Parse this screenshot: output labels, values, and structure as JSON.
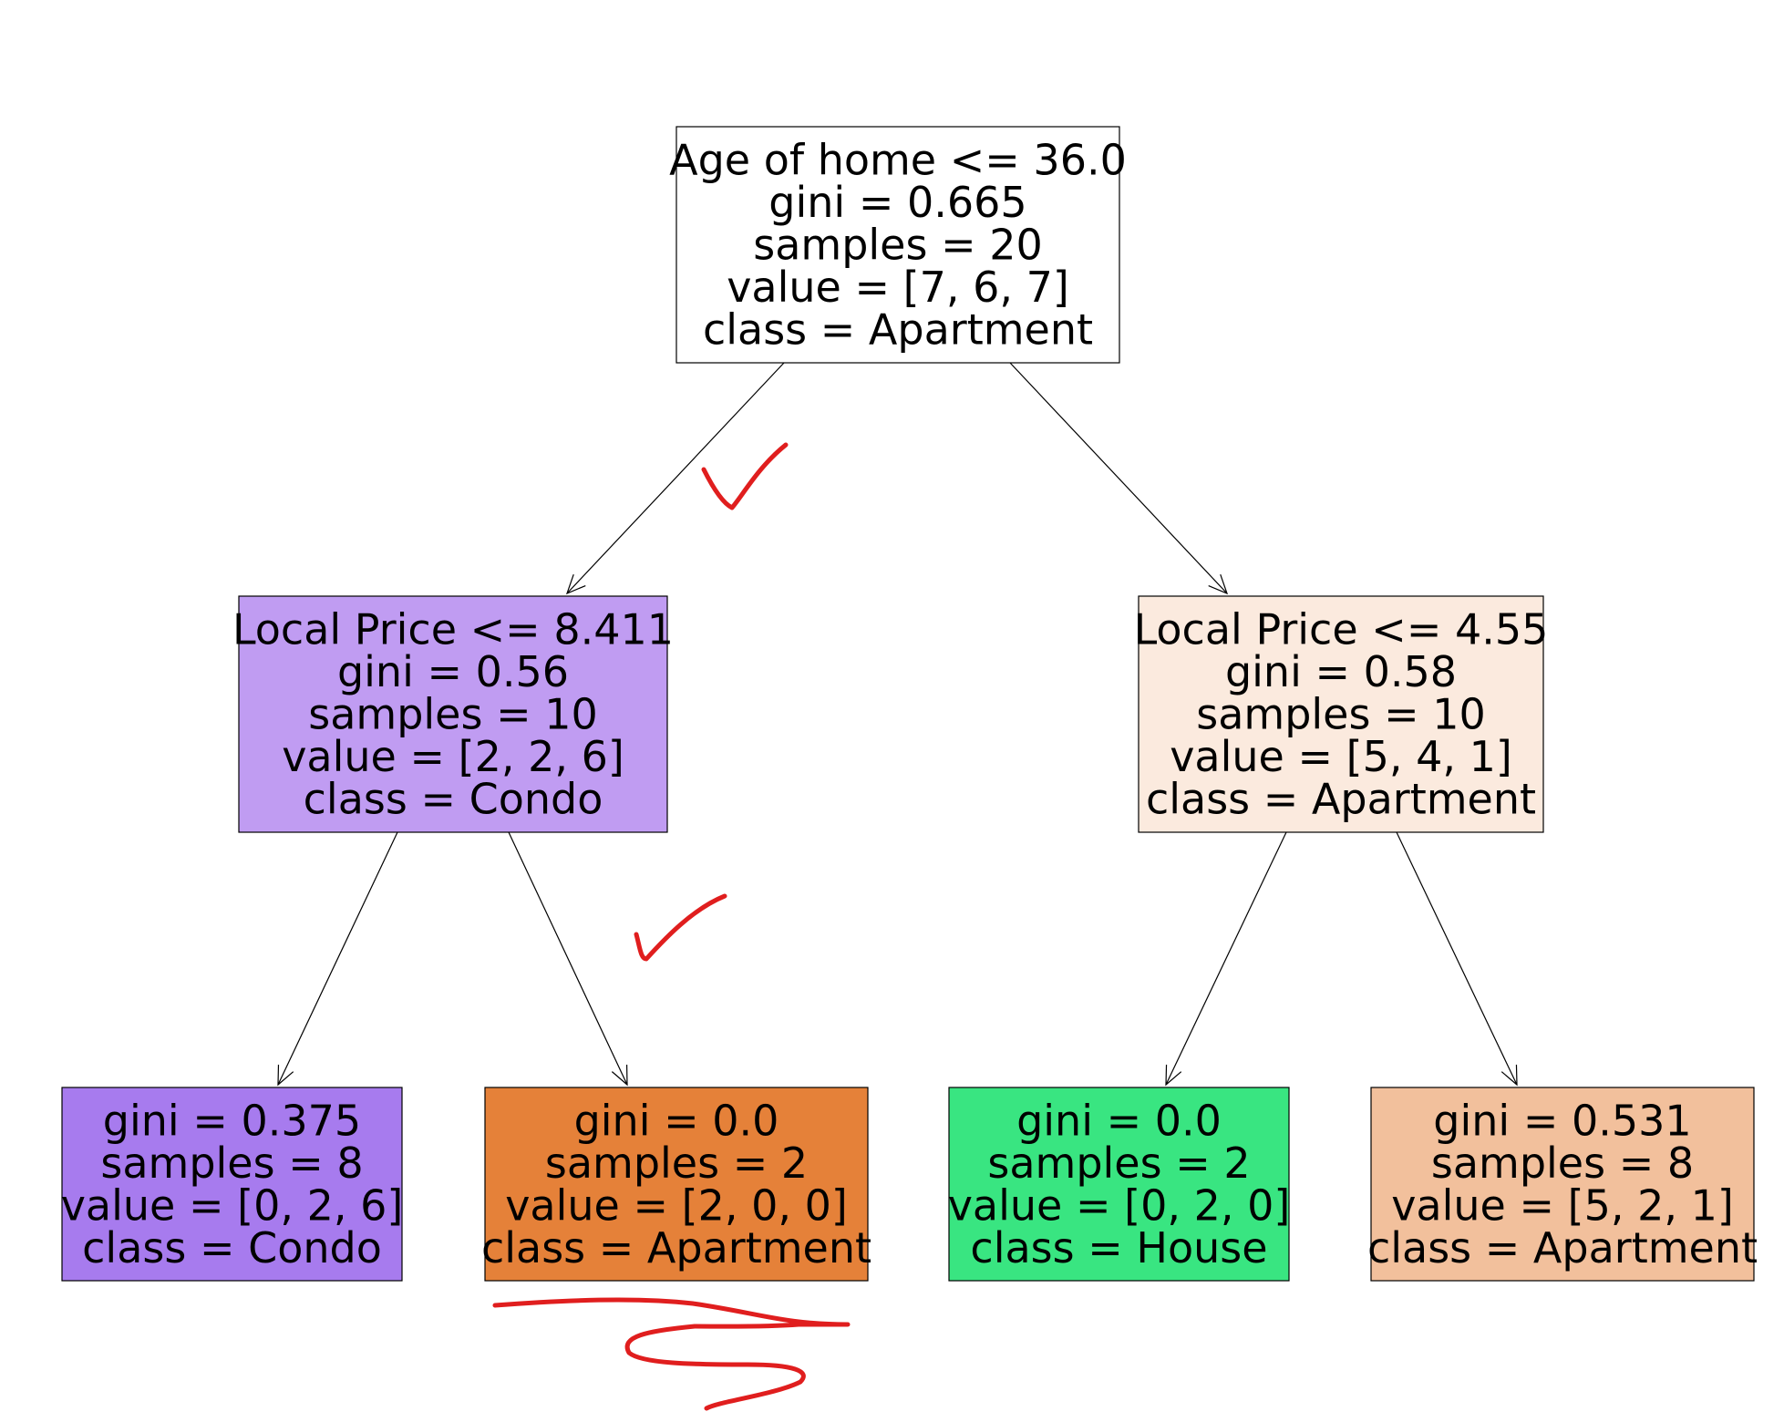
{
  "nodes": [
    {
      "id": "root",
      "lines": [
        "Age of home <= 36.0",
        "gini = 0.665",
        "samples = 20",
        "value = [7, 6, 7]",
        "class = Apartment"
      ],
      "color": "#ffffff"
    },
    {
      "id": "left",
      "lines": [
        "Local Price <= 8.411",
        "gini = 0.56",
        "samples = 10",
        "value = [2, 2, 6]",
        "class = Condo"
      ],
      "color": "#c09cf2"
    },
    {
      "id": "right",
      "lines": [
        "Local Price <= 4.55",
        "gini = 0.58",
        "samples = 10",
        "value = [5, 4, 1]",
        "class = Apartment"
      ],
      "color": "#fbeade"
    },
    {
      "id": "leaf-1",
      "lines": [
        "gini = 0.375",
        "samples = 8",
        "value = [0, 2, 6]",
        "class = Condo"
      ],
      "color": "#a77bee"
    },
    {
      "id": "leaf-2",
      "lines": [
        "gini = 0.0",
        "samples = 2",
        "value = [2, 0, 0]",
        "class = Apartment"
      ],
      "color": "#e58139"
    },
    {
      "id": "leaf-3",
      "lines": [
        "gini = 0.0",
        "samples = 2",
        "value = [0, 2, 0]",
        "class = House"
      ],
      "color": "#39e581"
    },
    {
      "id": "leaf-4",
      "lines": [
        "gini = 0.531",
        "samples = 8",
        "value = [5, 2, 1]",
        "class = Apartment"
      ],
      "color": "#f2c09c"
    }
  ],
  "edges": [
    {
      "from": "root",
      "to": "left"
    },
    {
      "from": "root",
      "to": "right"
    },
    {
      "from": "left",
      "to": "leaf-1"
    },
    {
      "from": "left",
      "to": "leaf-2"
    },
    {
      "from": "right",
      "to": "leaf-3"
    },
    {
      "from": "right",
      "to": "leaf-4"
    }
  ],
  "annotations": {
    "color": "#e01e1e",
    "marks": [
      "checkmark",
      "checkmark",
      "scribble"
    ]
  }
}
